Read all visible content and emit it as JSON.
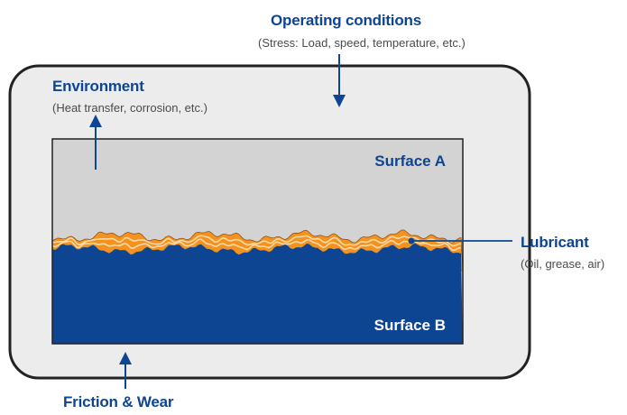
{
  "operating_conditions": {
    "title": "Operating conditions",
    "detail": "(Stress: Load, speed, temperature, etc.)"
  },
  "environment": {
    "title": "Environment",
    "detail": "(Heat transfer, corrosion, etc.)"
  },
  "surface_a": {
    "label": "Surface A"
  },
  "surface_b": {
    "label": "Surface B"
  },
  "lubricant": {
    "title": "Lubricant",
    "detail": "(Oil, grease, air)"
  },
  "friction_wear": {
    "title": "Friction & Wear"
  },
  "colors": {
    "outer_fill": "#ececec",
    "outer_stroke": "#222222",
    "surface_a": "#d3d3d3",
    "surface_b": "#0d4593",
    "lubricant": "#f4921f",
    "lubricant_stripe": "#fbd9a8",
    "label_blue": "#0d4593",
    "detail_gray": "#4a4a4a"
  }
}
